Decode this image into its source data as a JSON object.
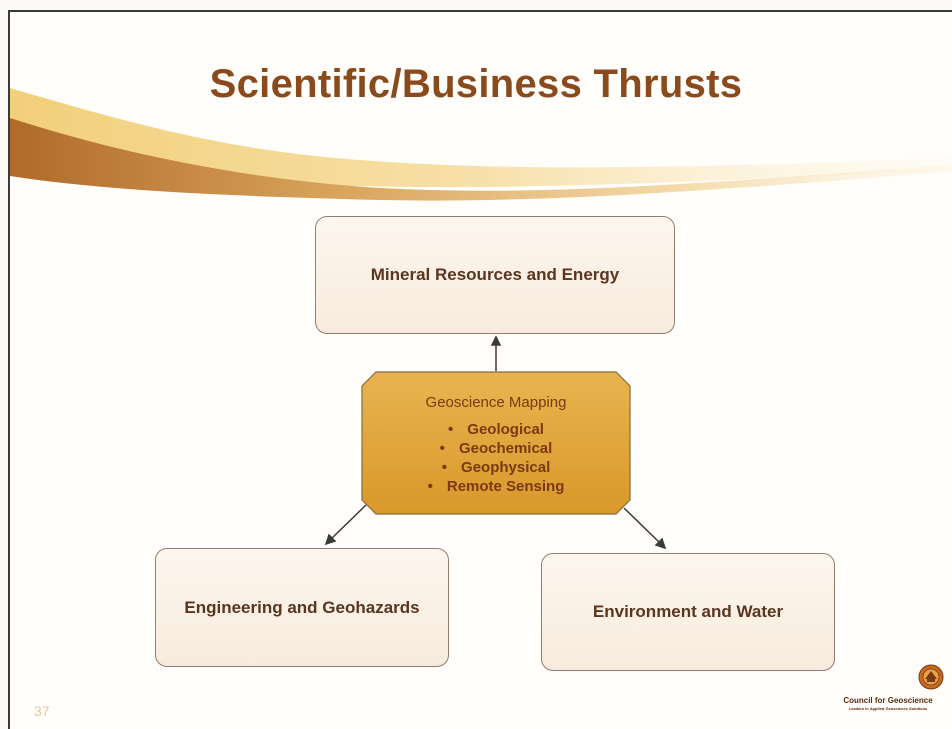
{
  "slide": {
    "title": "Scientific/Business Thrusts",
    "page_number": "37"
  },
  "diagram": {
    "top_box": "Mineral Resources and Energy",
    "center": {
      "title": "Geoscience Mapping",
      "items": [
        "Geological",
        "Geochemical",
        "Geophysical",
        "Remote Sensing"
      ]
    },
    "bottom_left_box": "Engineering and Geohazards",
    "bottom_right_box": "Environment and Water",
    "colors": {
      "center_fill": "#e2a63a",
      "box_fill": "#fbf0e4",
      "title": "#8a4a1c"
    }
  },
  "logo": {
    "name": "Council for Geoscience",
    "tagline": "Leaders in Applied Geoscience Solutions",
    "icon": "council-seal-icon"
  }
}
